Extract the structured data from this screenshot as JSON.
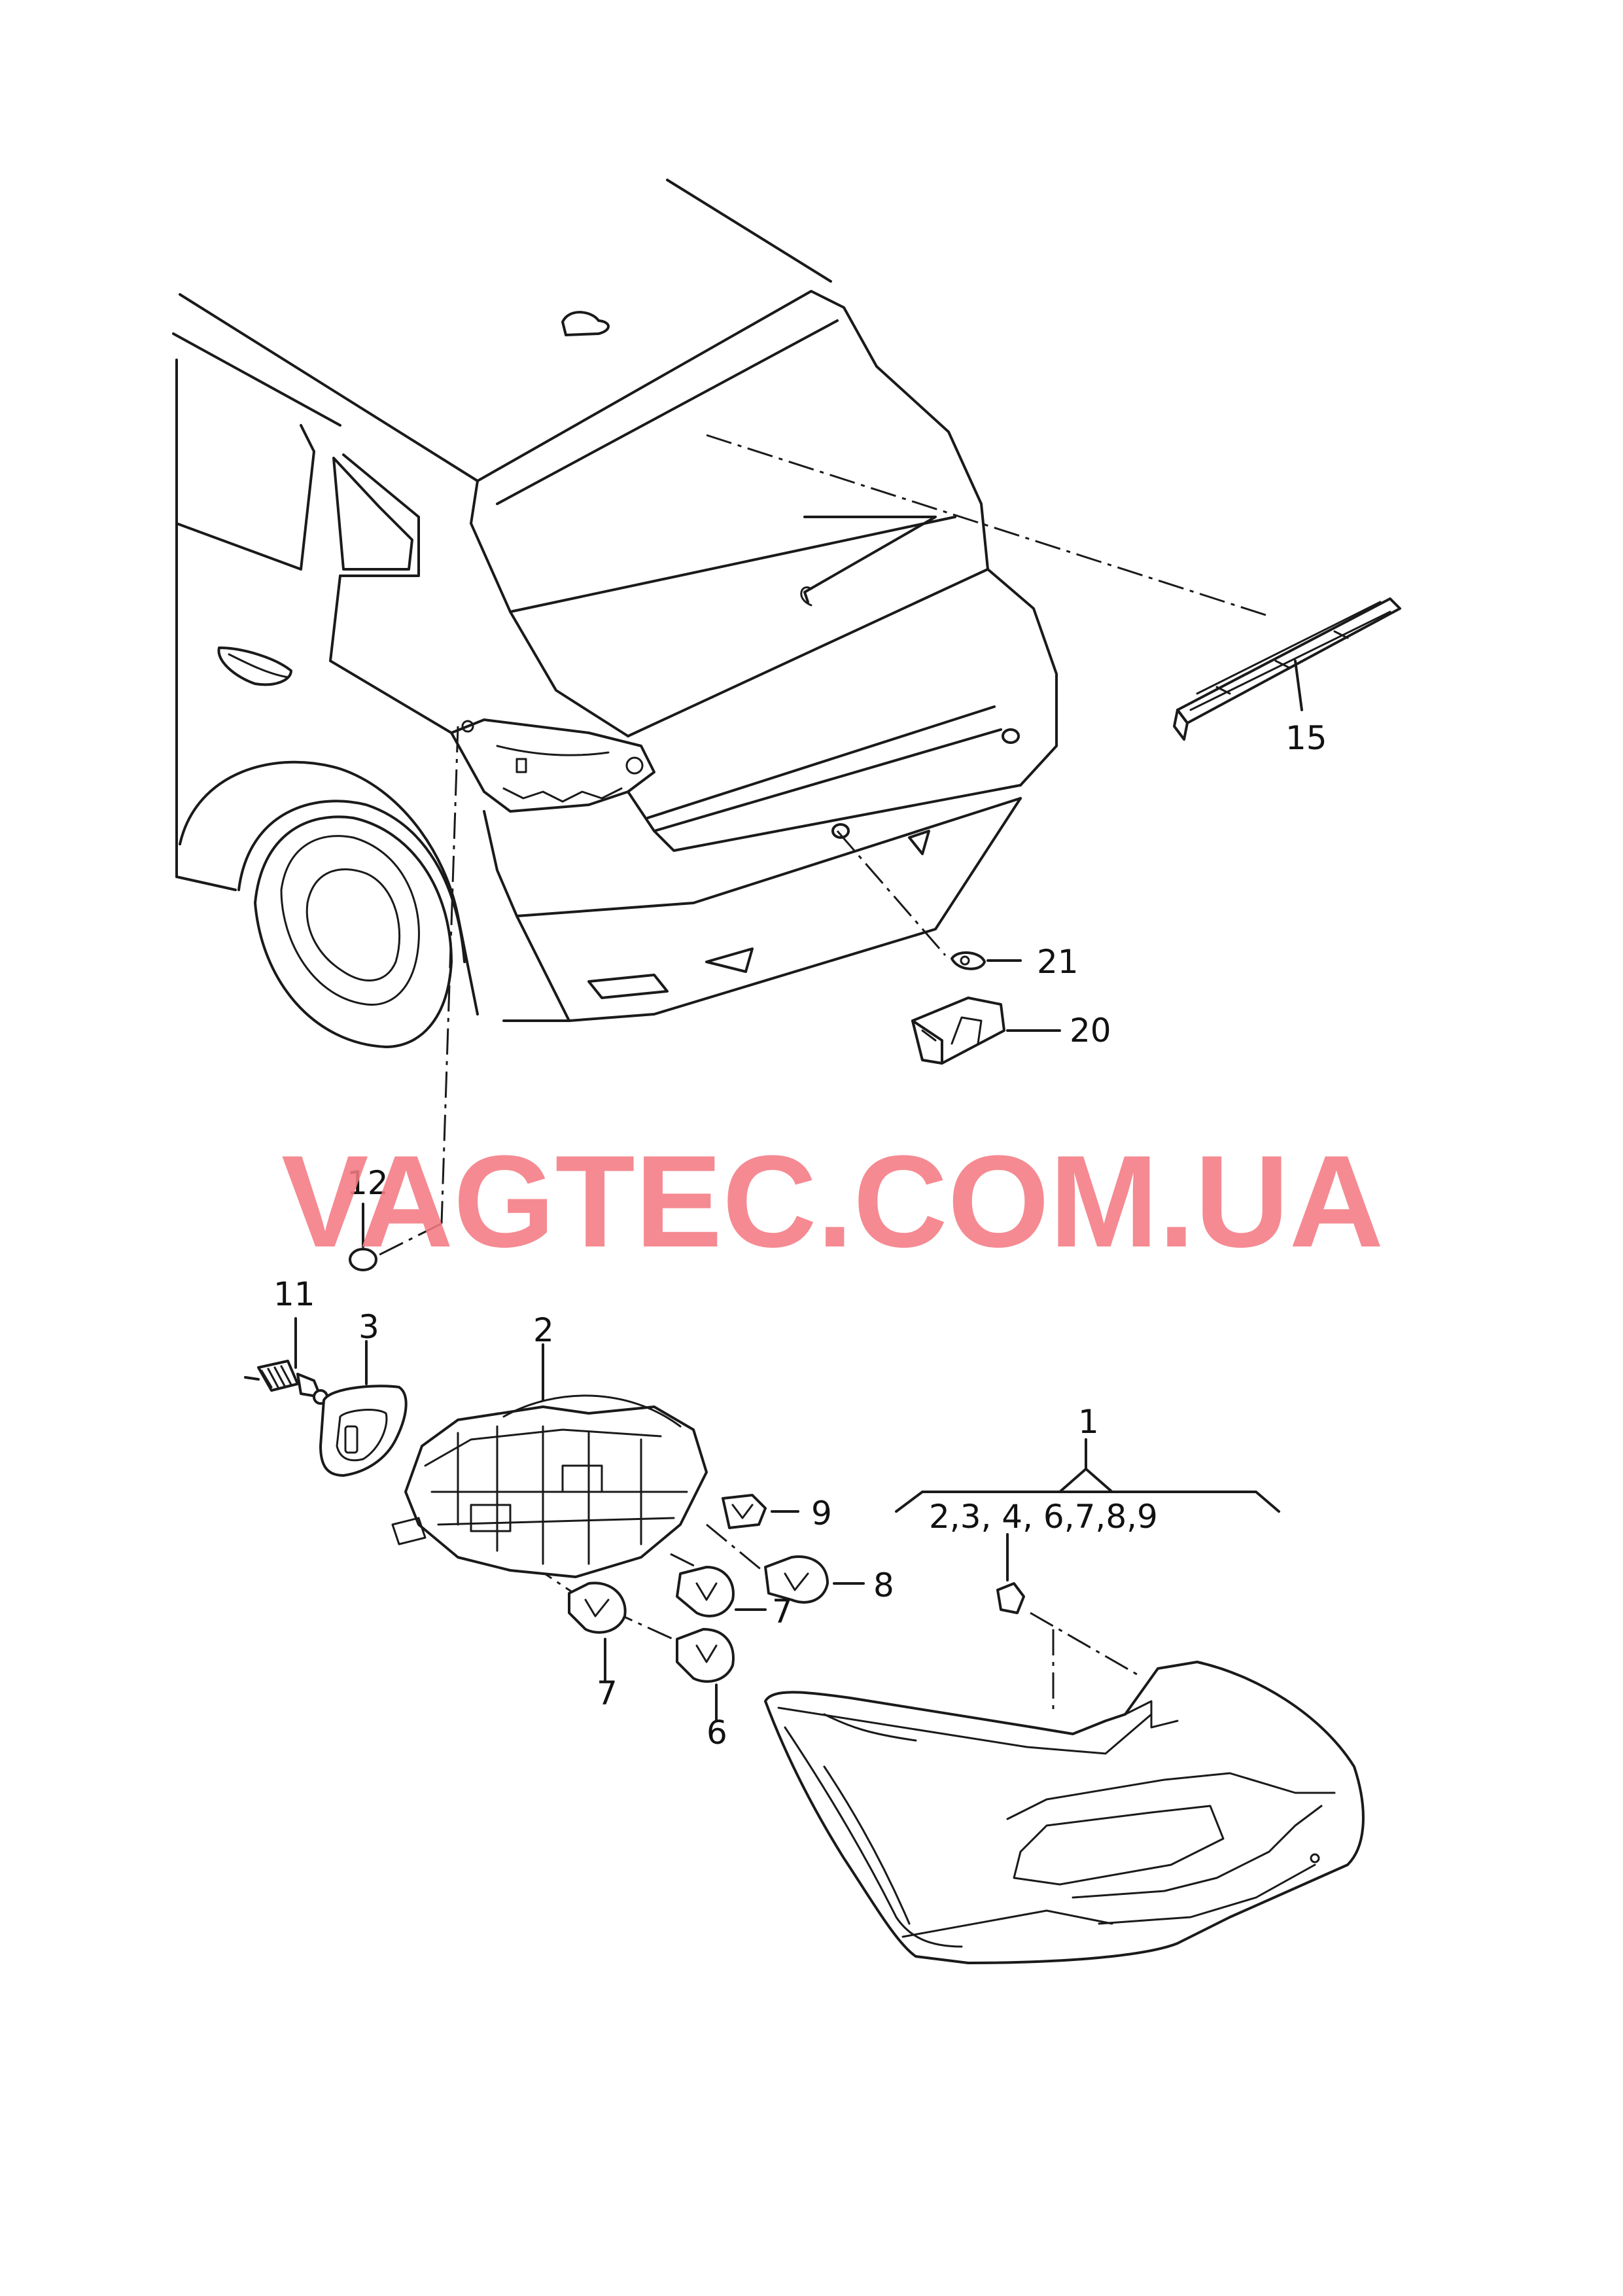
{
  "watermark": "VAGTEC.COM.UA",
  "callouts": {
    "c1": "1",
    "c1_group": "2,3, 4, 6,7,8,9",
    "c2": "2",
    "c3": "3",
    "c6": "6",
    "c7a": "7",
    "c7b": "7",
    "c8": "8",
    "c9": "9",
    "c11": "11",
    "c12": "12",
    "c15": "15",
    "c20": "20",
    "c21": "21"
  }
}
